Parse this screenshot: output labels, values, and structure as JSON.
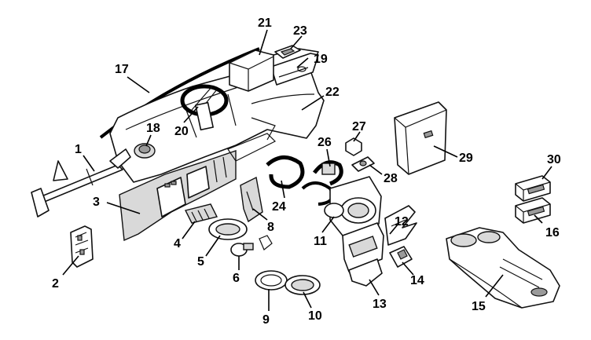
{
  "diagram": {
    "callouts": [
      {
        "id": "c1",
        "text": "1"
      },
      {
        "id": "c2",
        "text": "2"
      },
      {
        "id": "c3",
        "text": "3"
      },
      {
        "id": "c4",
        "text": "4"
      },
      {
        "id": "c5",
        "text": "5"
      },
      {
        "id": "c6",
        "text": "6"
      },
      {
        "id": "c8",
        "text": "8"
      },
      {
        "id": "c9",
        "text": "9"
      },
      {
        "id": "c10",
        "text": "10"
      },
      {
        "id": "c11",
        "text": "11"
      },
      {
        "id": "c12",
        "text": "12"
      },
      {
        "id": "c13",
        "text": "13"
      },
      {
        "id": "c14",
        "text": "14"
      },
      {
        "id": "c15",
        "text": "15"
      },
      {
        "id": "c16",
        "text": "16"
      },
      {
        "id": "c17",
        "text": "17"
      },
      {
        "id": "c18",
        "text": "18"
      },
      {
        "id": "c19",
        "text": "19"
      },
      {
        "id": "c20",
        "text": "20"
      },
      {
        "id": "c21",
        "text": "21"
      },
      {
        "id": "c22",
        "text": "22"
      },
      {
        "id": "c23",
        "text": "23"
      },
      {
        "id": "c24",
        "text": "24"
      },
      {
        "id": "c26",
        "text": "26"
      },
      {
        "id": "c27",
        "text": "27"
      },
      {
        "id": "c28",
        "text": "28"
      },
      {
        "id": "c29",
        "text": "29"
      },
      {
        "id": "c30",
        "text": "30"
      }
    ]
  }
}
